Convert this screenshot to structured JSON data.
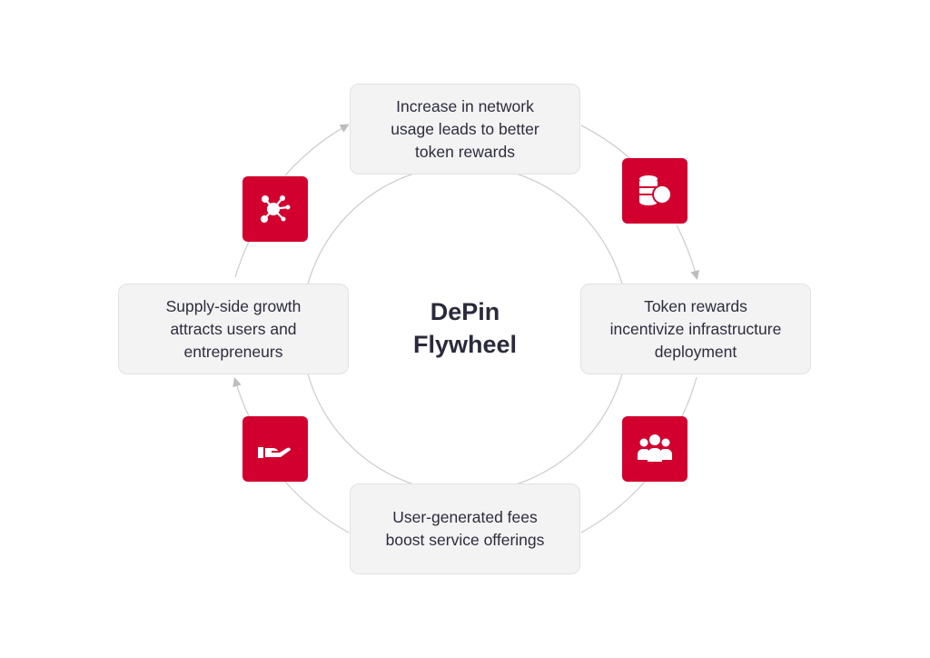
{
  "diagram": {
    "center_title_line1": "DePin",
    "center_title_line2": "Flywheel",
    "accent_color": "#d2002f",
    "box_color": "#f3f3f3",
    "steps": [
      {
        "lines": [
          "Increase in network",
          "usage leads to better",
          "token rewards"
        ]
      },
      {
        "lines": [
          "Token rewards",
          "incentivize infrastructure",
          "deployment"
        ]
      },
      {
        "lines": [
          "User-generated fees",
          "boost service offerings"
        ]
      },
      {
        "lines": [
          "Supply-side growth",
          "attracts users and",
          "entrepreneurs"
        ]
      }
    ],
    "icons": [
      "coins-icon",
      "users-group-icon",
      "hand-giving-icon",
      "network-hub-icon"
    ]
  }
}
